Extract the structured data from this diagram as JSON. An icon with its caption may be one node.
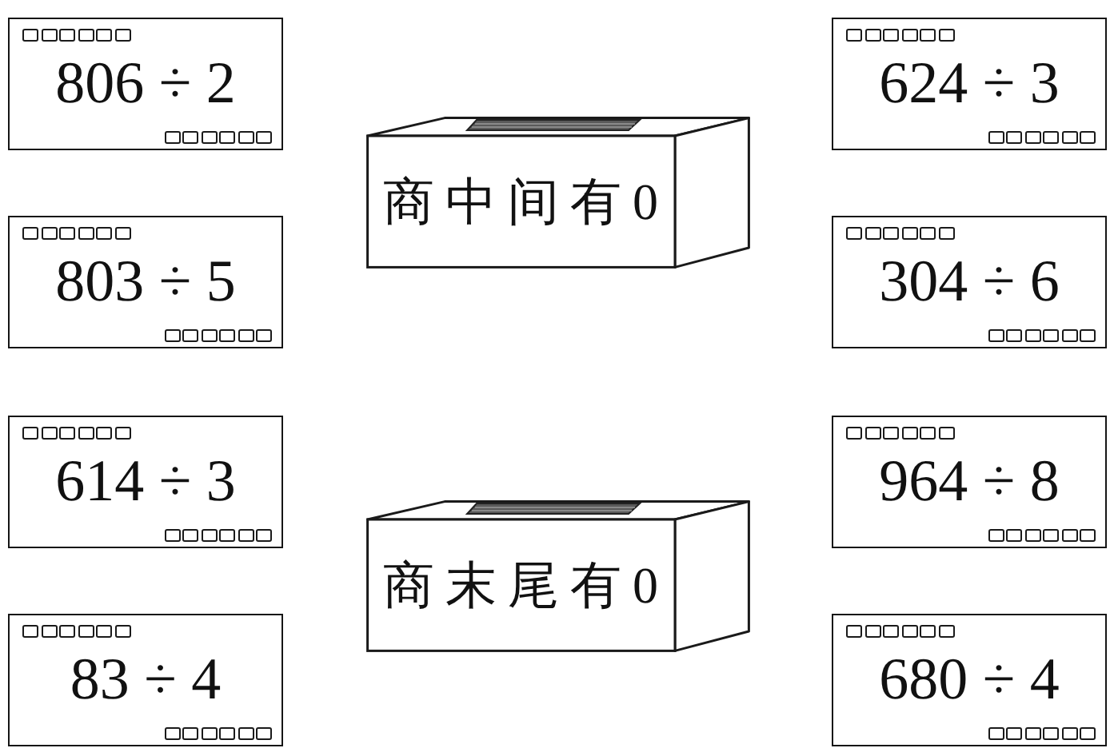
{
  "diagram": {
    "nodes": [
      {
        "text": [
          "806 ÷ 2"
        ]
      },
      {
        "text": [
          "624 ÷ 3"
        ]
      },
      {
        "text": [
          "商中间有0"
        ]
      },
      {
        "text": [
          "803 ÷ 5"
        ]
      },
      {
        "text": [
          "304 ÷ 6"
        ]
      },
      {
        "text": [
          "614 ÷ 3"
        ]
      },
      {
        "text": [
          "964 ÷ 8"
        ]
      },
      {
        "text": [
          "商末尾有0"
        ]
      },
      {
        "text": [
          "83 ÷ 4"
        ]
      },
      {
        "text": [
          "680 ÷ 4"
        ]
      }
    ]
  }
}
